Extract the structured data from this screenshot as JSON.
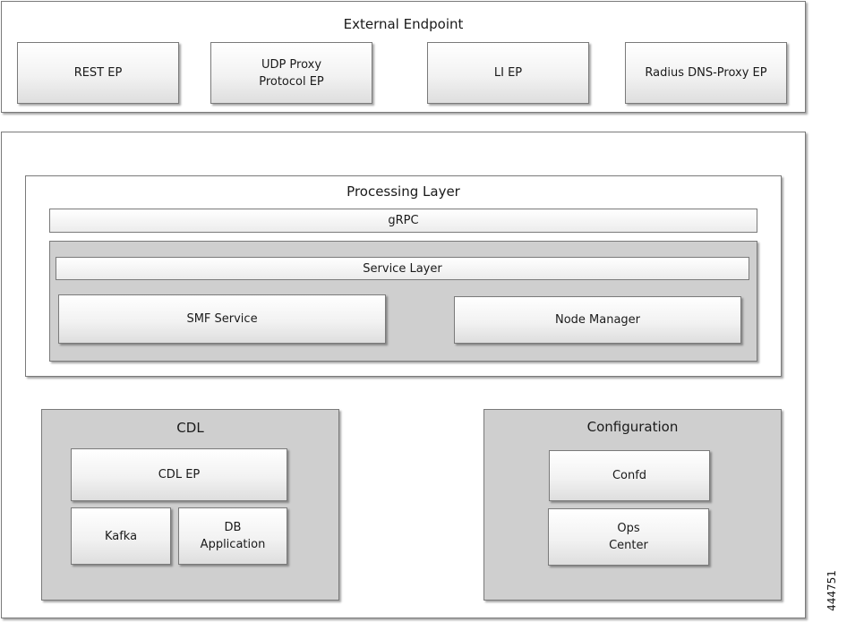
{
  "external_endpoint": {
    "title": "External Endpoint",
    "items": [
      "REST EP",
      "UDP Proxy\nProtocol EP",
      "LI EP",
      "Radius DNS-Proxy EP"
    ]
  },
  "processing_layer": {
    "title": "Processing Layer",
    "grpc": "gRPC",
    "service_layer": {
      "title": "Service Layer",
      "smf_service": "SMF Service",
      "node_manager": "Node Manager"
    }
  },
  "cdl": {
    "title": "CDL",
    "cdl_ep": "CDL EP",
    "kafka": "Kafka",
    "db_application": "DB\nApplication"
  },
  "configuration": {
    "title": "Configuration",
    "confd": "Confd",
    "ops_center": "Ops\nCenter"
  },
  "figure_id": "444751"
}
